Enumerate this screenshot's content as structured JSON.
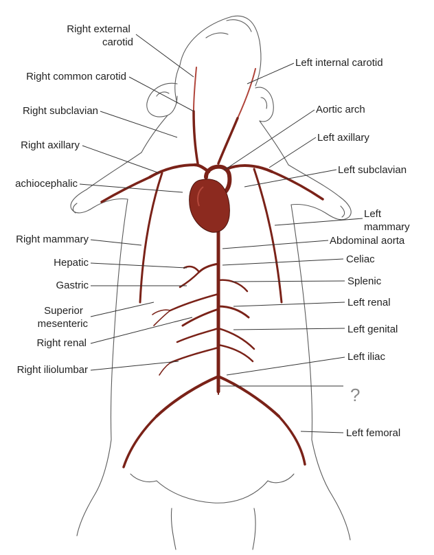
{
  "colors": {
    "artery": "#7a2218",
    "artery_light": "#b0443a",
    "heart": "#8c2a1f",
    "heart_highlight": "#b5493c",
    "outline": "#5a5a5a",
    "text": "#222222",
    "question_mark": "#8a8a8a"
  },
  "labels": {
    "right_external_carotid": [
      "Right external",
      "carotid"
    ],
    "right_common_carotid": "Right common carotid",
    "right_subclavian": "Right subclavian",
    "right_axillary": "Right axillary",
    "brachiocephalic": "achiocephalic",
    "right_mammary": "Right mammary",
    "hepatic": "Hepatic",
    "gastric": "Gastric",
    "superior_mesenteric": [
      "Superior",
      "mesenteric"
    ],
    "right_renal": "Right renal",
    "right_iliolumbar": "Right iliolumbar",
    "left_internal_carotid": "Left internal carotid",
    "aortic_arch": "Aortic arch",
    "left_axillary": "Left axillary",
    "left_subclavian": "Left subclavian",
    "left_mammary": [
      "Left",
      "mammary"
    ],
    "abdominal_aorta": "Abdominal aorta",
    "celiac": "Celiac",
    "splenic": "Splenic",
    "left_renal": "Left renal",
    "left_genital": "Left genital",
    "left_iliac": "Left iliac",
    "unknown_label": "?",
    "left_femoral": "Left femoral"
  }
}
